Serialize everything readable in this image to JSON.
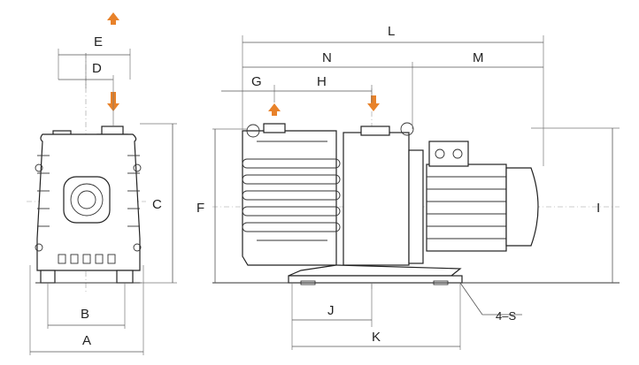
{
  "dimension_labels": {
    "A": "A",
    "B": "B",
    "C": "C",
    "D": "D",
    "E": "E",
    "F": "F",
    "G": "G",
    "H": "H",
    "I": "I",
    "J": "J",
    "K": "K",
    "L": "L",
    "M": "M",
    "N": "N",
    "S": "4–S"
  },
  "colors": {
    "arrow": "#E8822A",
    "line": "#222222",
    "dimension": "#555555"
  },
  "icons": {
    "flow_in": "arrow-down-icon",
    "flow_out": "arrow-up-icon"
  }
}
